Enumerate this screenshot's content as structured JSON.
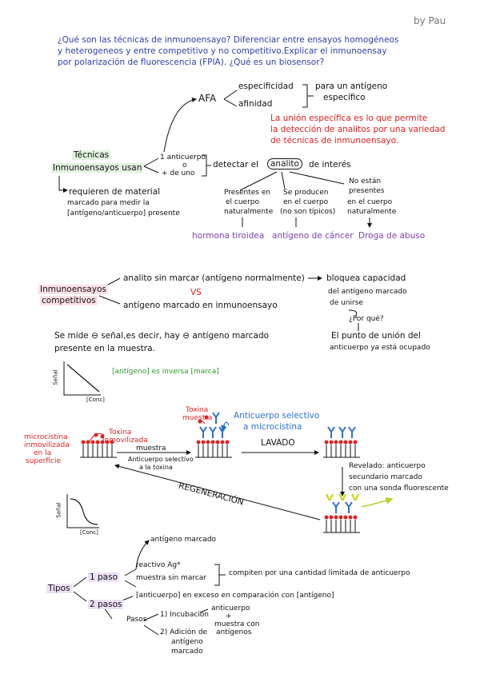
{
  "signature": "by Pau",
  "question": [
    "¿Qué son las técnicas de inmunoensayo? Diferenciar entre ensayos homogéneos",
    "y heterogeneos y entre competitivo y no competitivo.Explicar el inmunoensay",
    "por polarización de fluorescencia (FPIA). ¿Qué es un biosensor?"
  ],
  "section1": {
    "afinidad_label": "AFA",
    "especificidad": "especificidad",
    "afinidad": "afinidad",
    "para_antigeno": [
      "para un antígeno",
      "específico"
    ],
    "union_especifica": [
      "La unión específica es lo que permite",
      "la detección de analitos por una variedad",
      "de técnicas de inmunoensayo."
    ],
    "tecnicas": "Técnicas",
    "inmunoensayos_usan": "Inmunoensayos usan",
    "anticuerpo_1": "1 anticuerpo",
    "o": "o",
    "mas_de_uno": "+ de uno",
    "detectar": "detectar el",
    "analito": "analito",
    "de_interes": "de interés",
    "requieren": [
      "requieren de material",
      "marcado para medir la",
      "[antígeno/anticuerpo] presente"
    ],
    "presentes": [
      "Presentes en",
      "el cuerpo",
      "naturalmente"
    ],
    "se_producen": [
      "Se producen",
      "en el cuerpo",
      "(no son típicos)"
    ],
    "no_estan": [
      "No están",
      "presentes",
      "en el cuerpo",
      "naturalmente"
    ],
    "hormona": "hormona tiroidea",
    "antigeno_cancer": "antígeno de cáncer",
    "droga": "Droga de abuso"
  },
  "section2": {
    "inmunoensayos": "Inmunoensayos",
    "competitivos": "competitivos",
    "analito_sin_marcar": "analito sin marcar (antígeno normalmente)",
    "vs": "VS",
    "antigeno_marcado": "antígeno marcado en inmunoensayo",
    "bloquea": [
      "bloquea capacidad",
      "del antígeno marcado",
      "de unirse"
    ],
    "por_que": "¿Por qué?",
    "punto_union": [
      "El punto de unión del",
      "anticuerpo ya está ocupado"
    ],
    "se_mide": [
      "Se mide ⊖ señal,es decir, hay ⊖ antígeno marcado",
      "presente en la muestra."
    ],
    "axis_y": "Señal",
    "axis_x": "[Conc]",
    "inversa": "[antígeno] es inversa [marca]"
  },
  "section3": {
    "toxina_muestra": [
      "Toxina",
      "muestra"
    ],
    "anticuerpo_selectivo": [
      "Anticuerpo selectivo",
      "a microcistina"
    ],
    "microcistina": [
      "microcistina",
      "inmovilizada",
      "en la",
      "superficie"
    ],
    "toxina_inmovilizada": [
      "Toxina",
      "inmovilizada"
    ],
    "muestra": "muestra",
    "anticuerpo_selectivo_toxina": [
      "Anticuerpo selectivo",
      "a la toxina"
    ],
    "lavado": "LAVADO",
    "revelado": [
      "Revelado: anticuerpo",
      "secundario marcado",
      "con una sonda fluorescente"
    ],
    "regeneracion": "REGENERACIÓN",
    "axis_y": "Señal",
    "axis_x": "[Conc]"
  },
  "section4": {
    "tipos": "Tipos",
    "un_paso": "1 paso",
    "dos_pasos": "2 pasos",
    "antigeno_marcado": "antígeno marcado",
    "reactivo": "reactivo Ag*",
    "muestra_sin_marcar": "muestra sin marcar",
    "compiten": "compiten por una cantidad limitada de anticuerpo",
    "anticuerpo_exceso": "[anticuerpo] en exceso en comparación con [antígeno]",
    "pasos": "Pasos",
    "incubacion": "1) Incubación",
    "anticuerpo_plus": [
      "anticuerpo",
      "+",
      "muestra con",
      "antígenos"
    ],
    "adicion": [
      "2) Adición de",
      "antígeno",
      "marcado"
    ]
  }
}
